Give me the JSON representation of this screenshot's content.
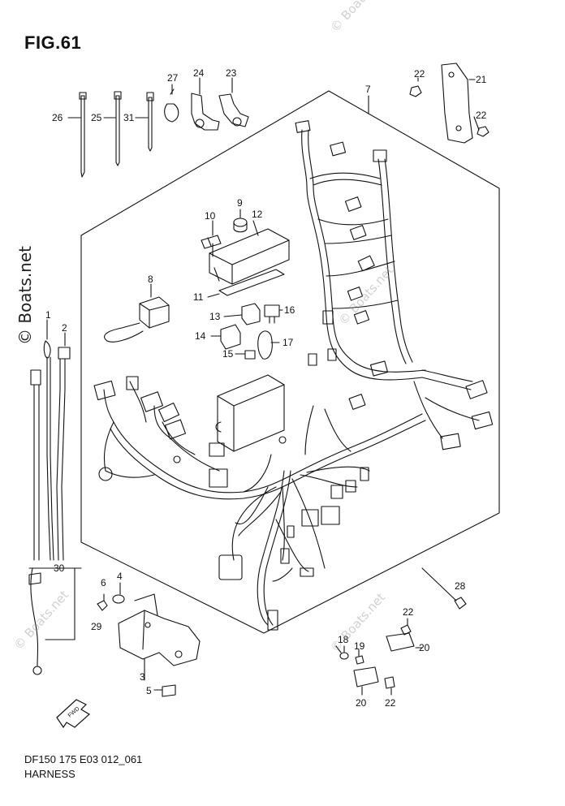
{
  "figure": {
    "title": "FIG.61",
    "code": "DF150 175 E03 012_061",
    "name": "HARNESS",
    "arrow_label": "FWD"
  },
  "watermarks": {
    "main": "© Boats.net",
    "faint": "© Boats.net"
  },
  "part_labels": [
    "1",
    "2",
    "3",
    "4",
    "5",
    "6",
    "7",
    "8",
    "9",
    "10",
    "11",
    "12",
    "13",
    "14",
    "15",
    "16",
    "17",
    "18",
    "19",
    "20",
    "20",
    "21",
    "22",
    "22",
    "22",
    "22",
    "23",
    "24",
    "25",
    "26",
    "27",
    "28",
    "29",
    "30",
    "31"
  ]
}
